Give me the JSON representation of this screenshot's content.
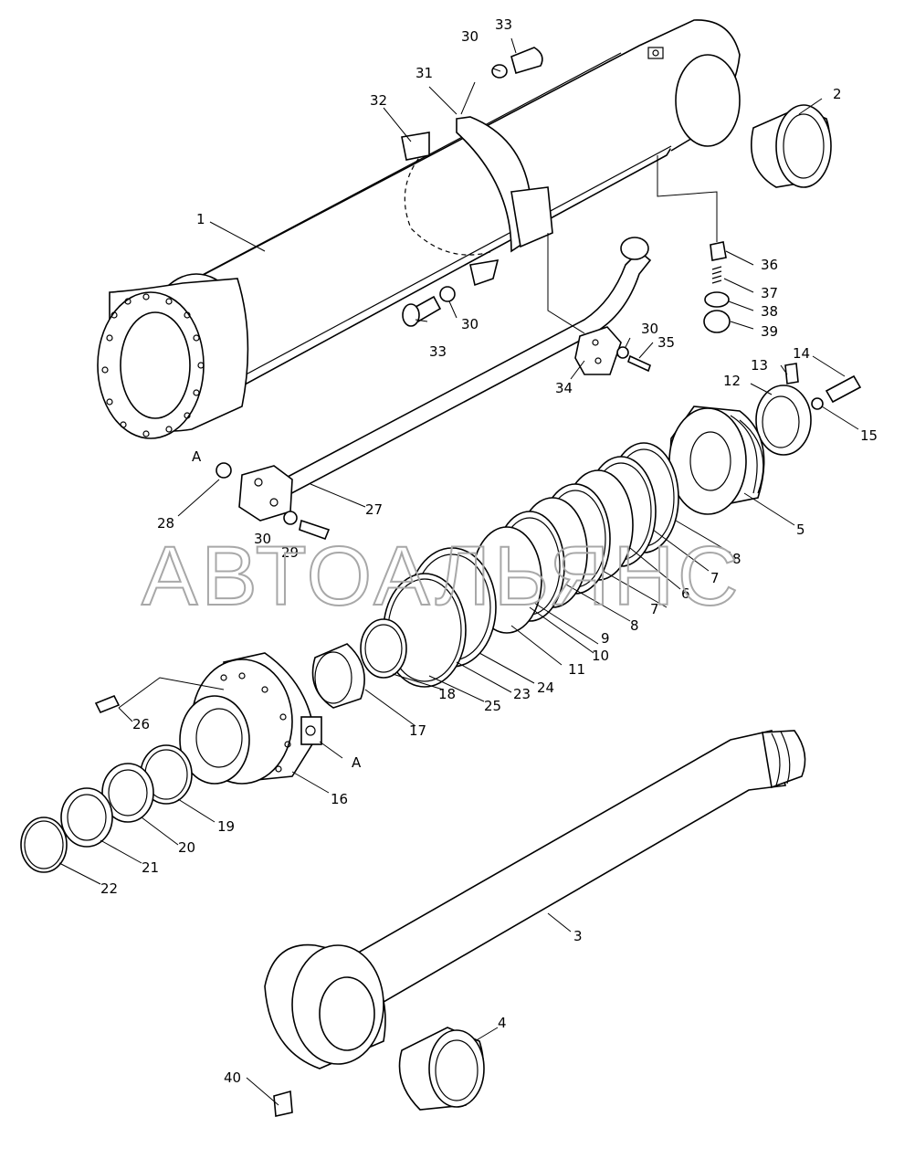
{
  "watermark": "АВТОАЛЬЯНС",
  "callouts": {
    "c1": "1",
    "c2": "2",
    "c3": "3",
    "c4": "4",
    "c5": "5",
    "c6": "6",
    "c7a": "7",
    "c7b": "7",
    "c8a": "8",
    "c8b": "8",
    "c9": "9",
    "c10": "10",
    "c11": "11",
    "c12": "12",
    "c13": "13",
    "c14": "14",
    "c15": "15",
    "c16": "16",
    "c17": "17",
    "c18": "18",
    "c19": "19",
    "c20": "20",
    "c21": "21",
    "c22": "22",
    "c23": "23",
    "c24": "24",
    "c25": "25",
    "c26": "26",
    "c27": "27",
    "c28": "28",
    "c29": "29",
    "c30a": "30",
    "c30b": "30",
    "c30c": "30",
    "c30d": "30",
    "c31": "31",
    "c32": "32",
    "c33a": "33",
    "c33b": "33",
    "c34": "34",
    "c35": "35",
    "c36": "36",
    "c37": "37",
    "c38": "38",
    "c39": "39",
    "c40": "40",
    "cAa": "A",
    "cAb": "A"
  }
}
